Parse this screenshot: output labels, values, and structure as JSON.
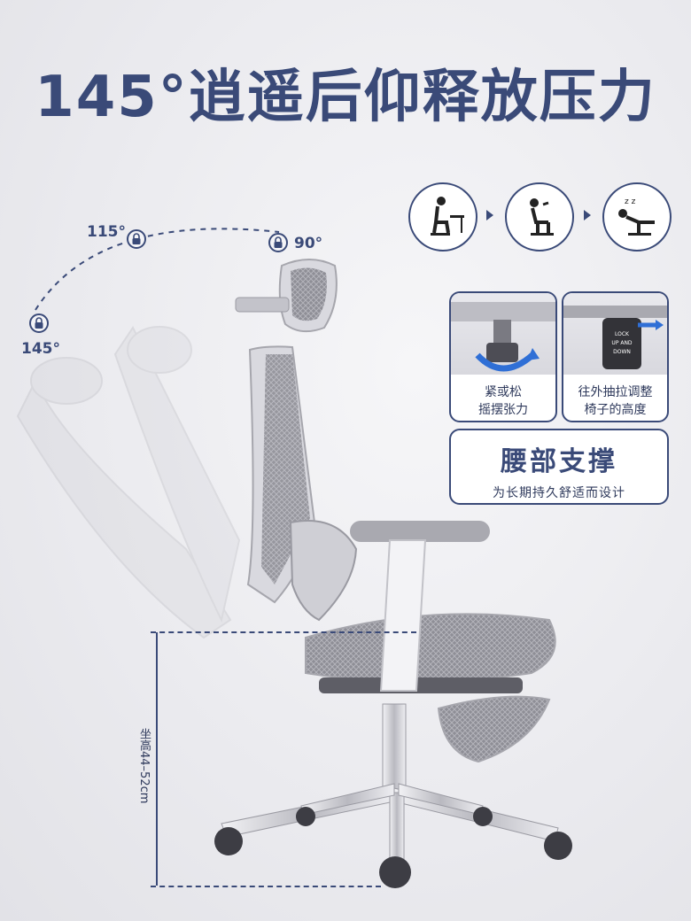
{
  "title": "145°逍遥后仰释放压力",
  "recline": {
    "angles": [
      "115°",
      "90°",
      "145°"
    ]
  },
  "posture_steps": [
    "working-posture-icon",
    "reading-posture-icon",
    "resting-posture-icon"
  ],
  "rest_mark": "z z",
  "cards": {
    "tension": {
      "caption_line1": "紧或松",
      "caption_line2": "摇摆张力"
    },
    "height": {
      "caption_line1": "往外抽拉调整",
      "caption_line2": "椅子的高度",
      "lever_text_1": "LOCK",
      "lever_text_2": "UP AND",
      "lever_text_3": "DOWN"
    }
  },
  "lumbar": {
    "heading": "腰部支撑",
    "subtitle": "为长期持久舒适而设计"
  },
  "seat_height": "坐高44–52cm",
  "colors": {
    "accent": "#3a4a78",
    "mesh": "#9a9aa2",
    "frame": "#d6d6dc"
  }
}
